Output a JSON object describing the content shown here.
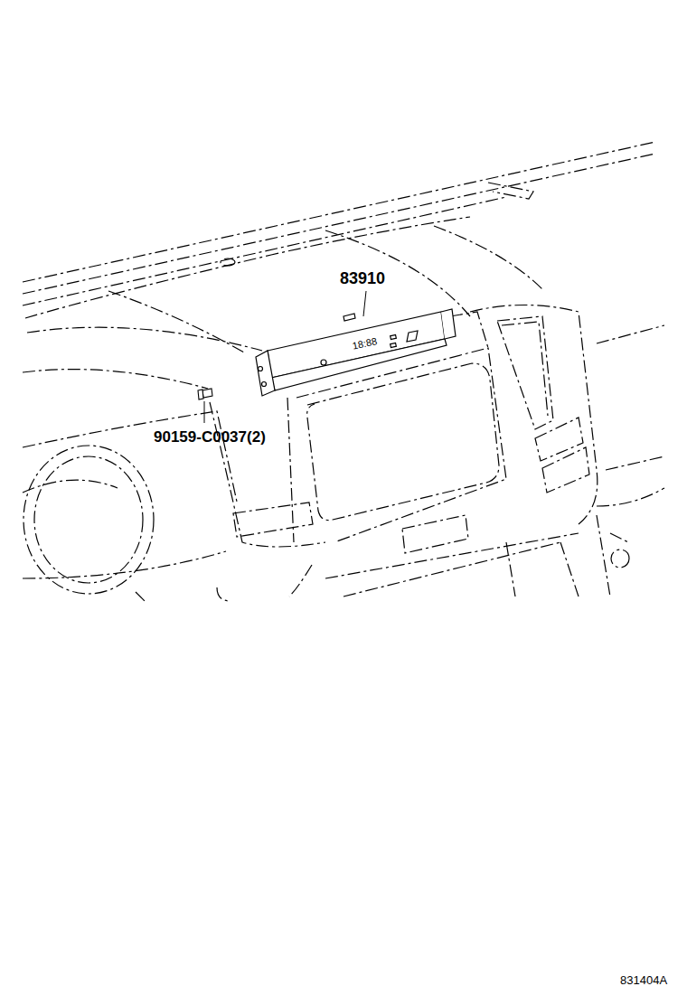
{
  "diagram": {
    "labels": [
      "83910",
      "90159-C0037(2)",
      "18:88",
      "831404A"
    ]
  }
}
